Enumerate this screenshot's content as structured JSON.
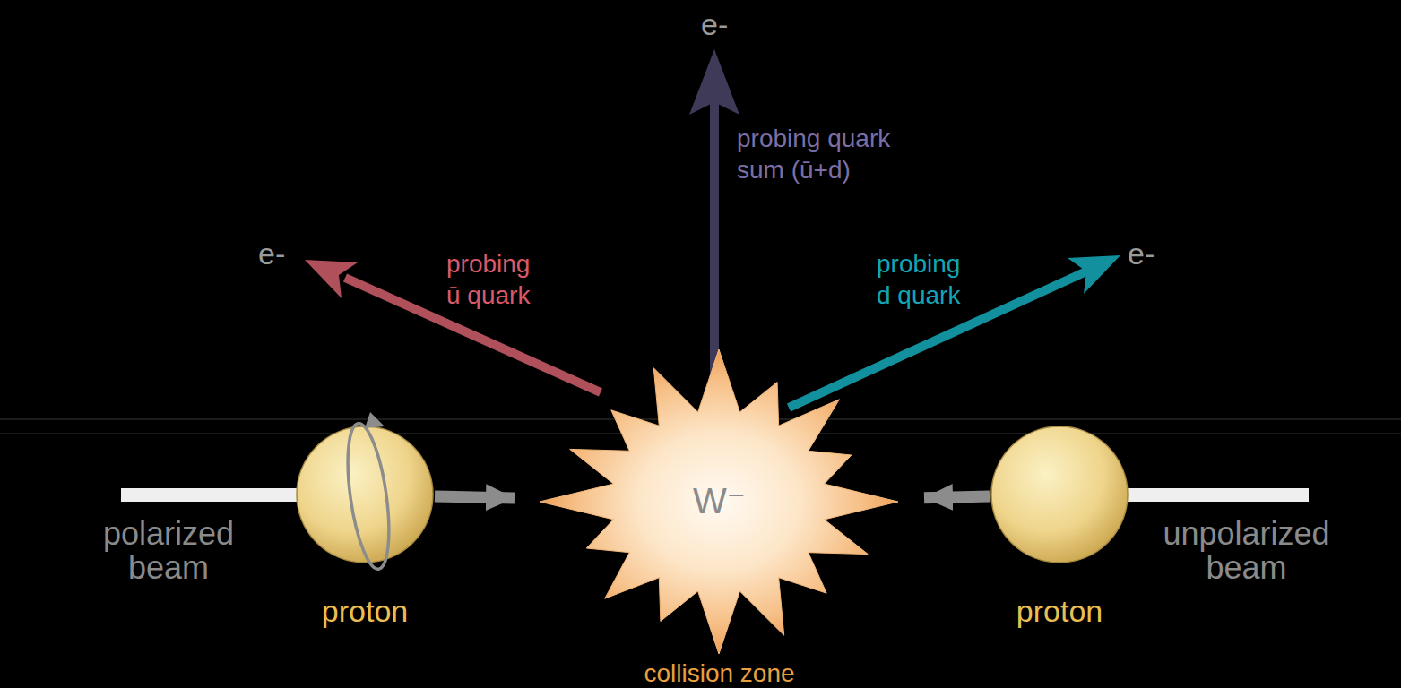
{
  "diagram": {
    "nodes": [
      {
        "text": [
          "proton"
        ]
      },
      {
        "text": [
          "W⁻",
          "collision zone"
        ]
      },
      {
        "text": [
          "proton"
        ]
      }
    ],
    "edges": [
      {
        "from": 0,
        "to": 1,
        "arrow": "to"
      },
      {
        "from": 2,
        "to": 1,
        "arrow": "to"
      }
    ],
    "labels": [
      "e-",
      "probing quark sum (ū+d)",
      "e-",
      "probing ū quark",
      "probing d quark",
      "e-",
      "polarized beam",
      "unpolarized beam"
    ]
  }
}
